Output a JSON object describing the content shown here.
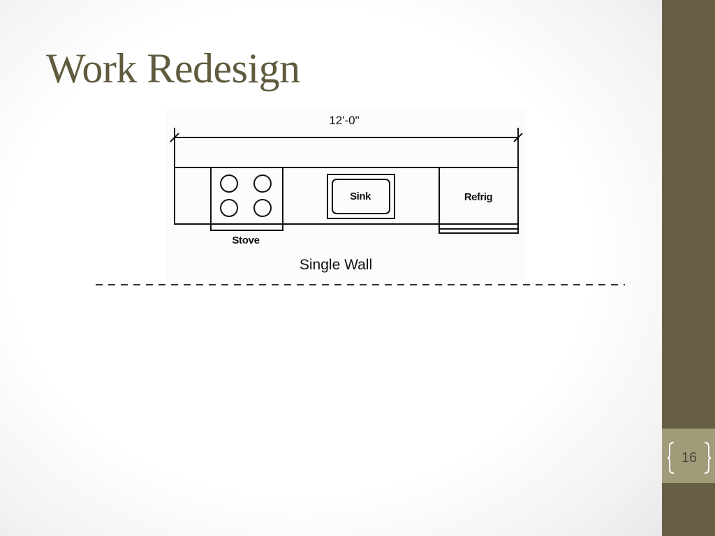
{
  "slide": {
    "title": "Work Redesign",
    "page_number": "16"
  },
  "diagram": {
    "dimension_label": "12'-0\"",
    "stove_label": "Stove",
    "sink_label": "Sink",
    "refrigerator_label": "Refrig",
    "caption": "Single Wall"
  },
  "colors": {
    "title_text": "#605a3e",
    "side_band": "#675f45",
    "page_box": "#a09c7a",
    "page_brackets": "#ffffff",
    "diagram_lines": "#111111",
    "separator": "#333333"
  }
}
